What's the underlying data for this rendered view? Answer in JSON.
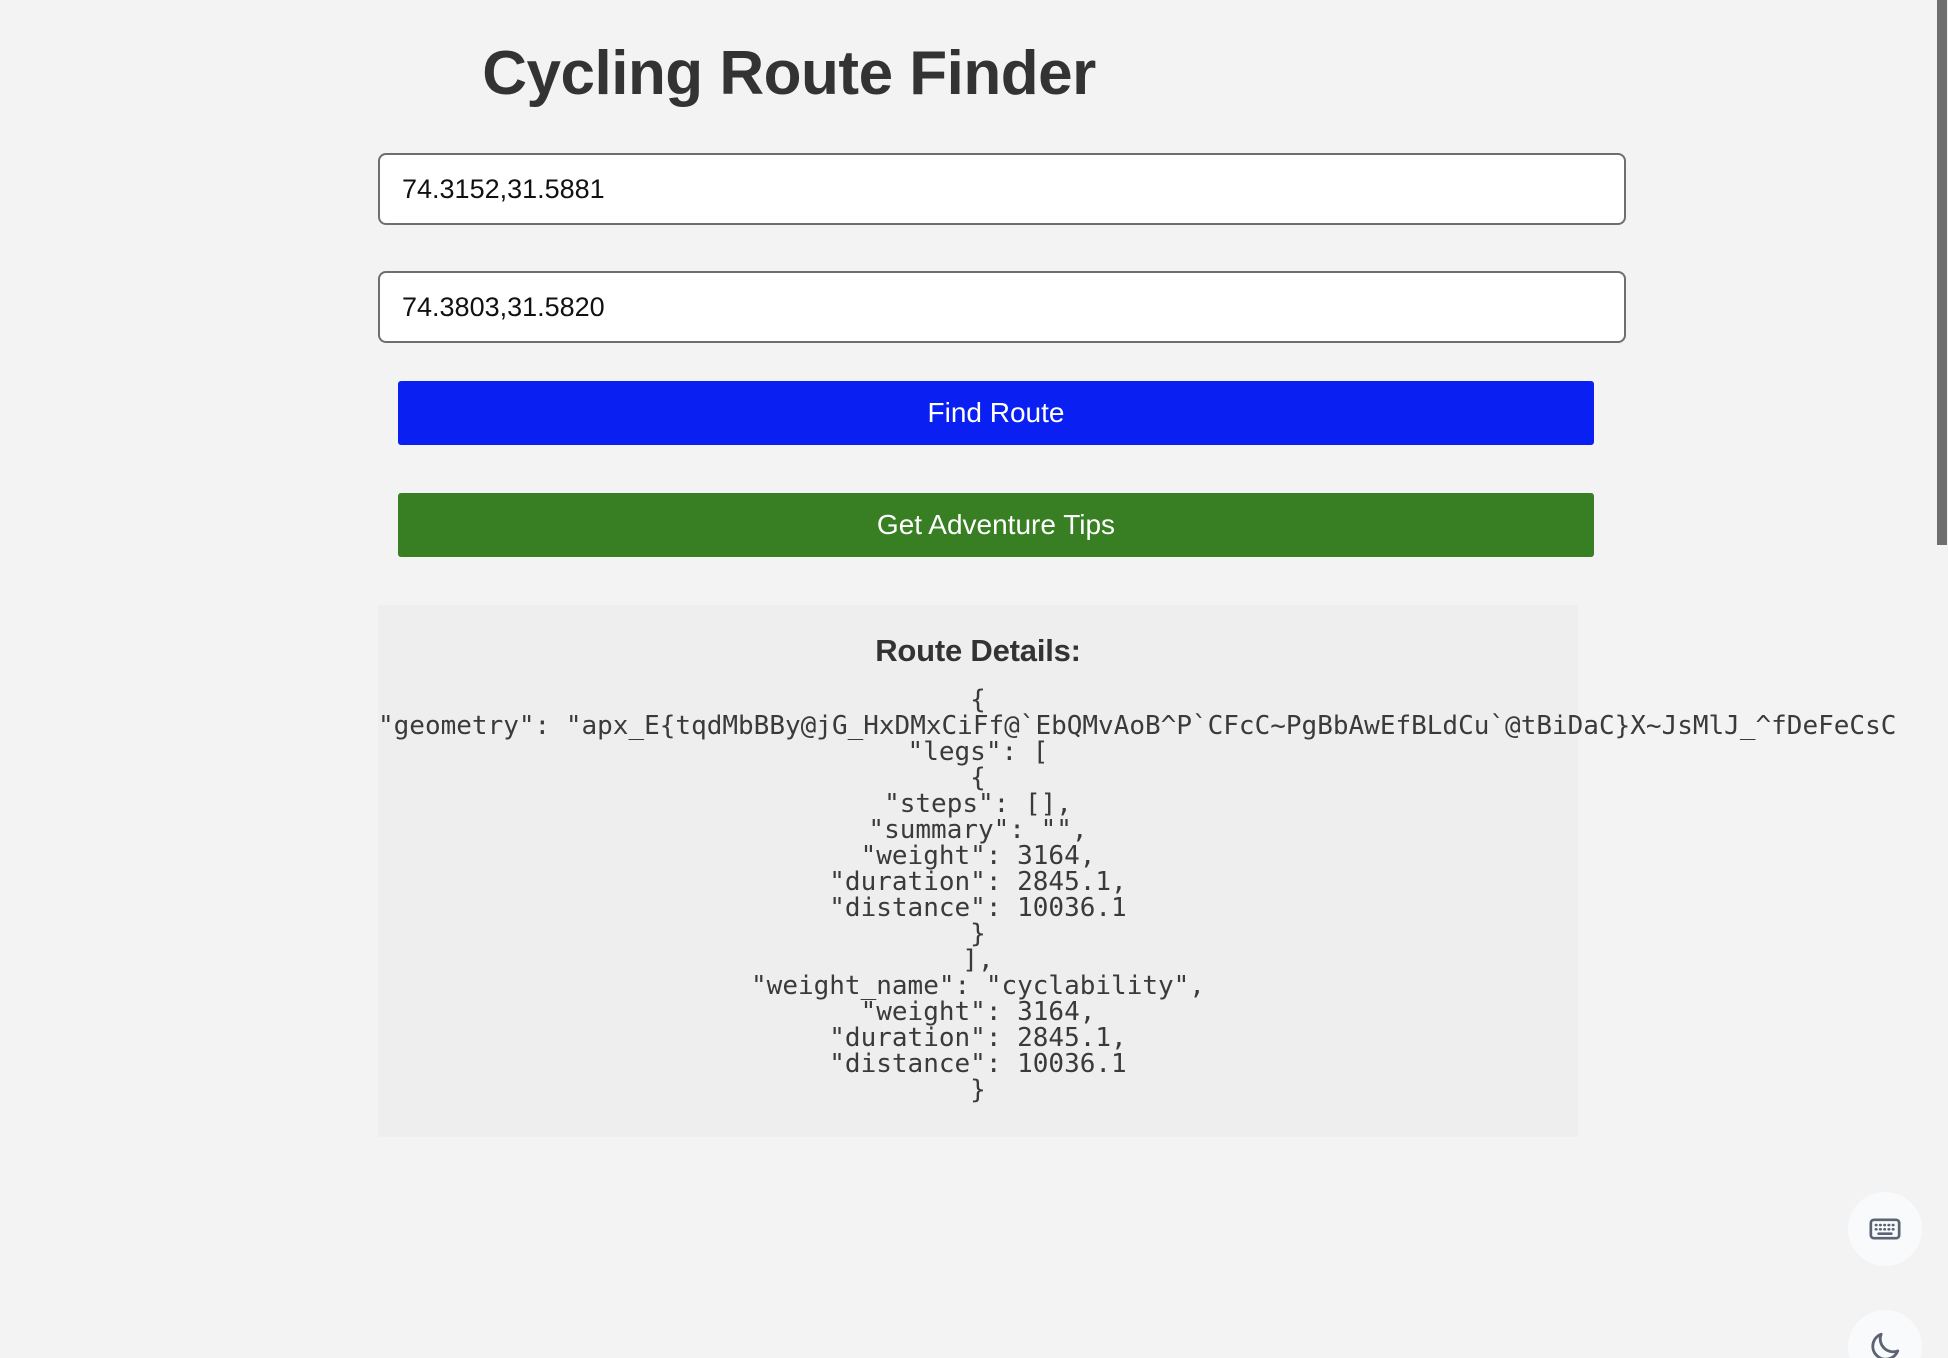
{
  "page": {
    "title": "Cycling Route Finder",
    "background_color": "#f3f3f3"
  },
  "form": {
    "start_input": {
      "value": "74.3152,31.5881",
      "placeholder": "Start coordinates"
    },
    "end_input": {
      "value": "74.3803,31.5820",
      "placeholder": "End coordinates"
    },
    "find_route_label": "Find Route",
    "find_route_color": "#0a1ff2",
    "adventure_tips_label": "Get Adventure Tips",
    "adventure_tips_color": "#377f22"
  },
  "result": {
    "heading": "Route Details:",
    "background_color": "#eeeeee",
    "json_text": "{\n\"geometry\": \"apx_E{tqdMbBBy@jG_HxDMxCiFf@`EbQMvAoB^P`CFcC~PgBbAwEfBLdCu`@tBiDaC}X~JsMlJ_^fDeFeCsC\n\"legs\": [\n{\n\"steps\": [],\n\"summary\": \"\",\n\"weight\": 3164,\n\"duration\": 2845.1,\n\"distance\": 10036.1\n}\n],\n\"weight_name\": \"cyclability\",\n\"weight\": 3164,\n\"duration\": 2845.1,\n\"distance\": 10036.1\n}",
    "fields": {
      "geometry": "apx_E{tqdMbBBy@jG_HxDMxCiFf@`EbQMvAoB^P`CFcC~PgBbAwEfBLdCu`@tBiDaC}X~JsMlJ_^fDeFeCsC",
      "steps": "[]",
      "summary": "",
      "leg_weight": 3164,
      "leg_duration": 2845.1,
      "leg_distance": 10036.1,
      "weight_name": "cyclability",
      "weight": 3164,
      "duration": 2845.1,
      "distance": 10036.1
    }
  },
  "floating_actions": {
    "keyboard_label": "keyboard-icon",
    "theme_label": "moon-icon"
  }
}
